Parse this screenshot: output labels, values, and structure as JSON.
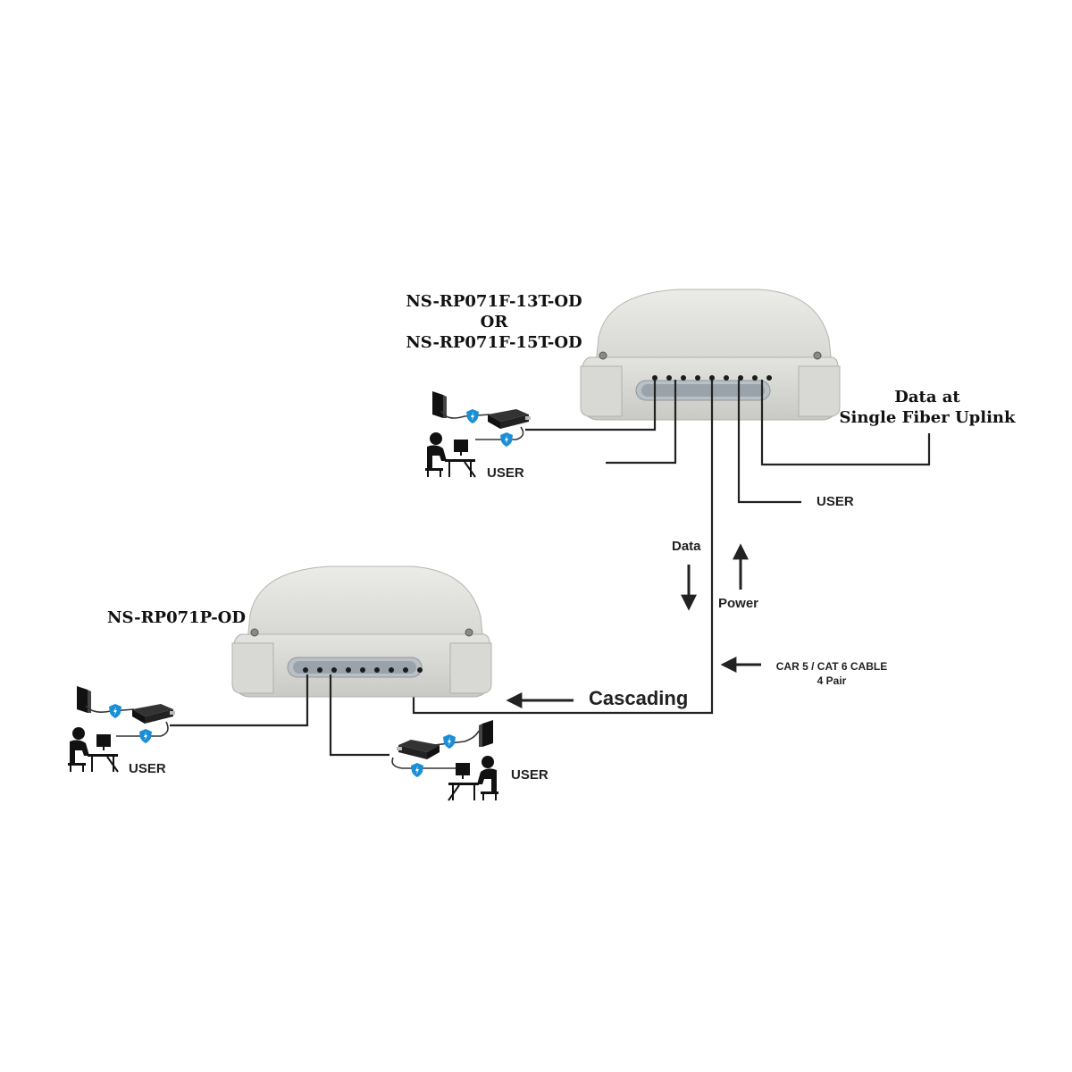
{
  "labels": {
    "main_model_1": "NS-RP071F-13T-OD",
    "main_model_or": "OR",
    "main_model_2": "NS-RP071F-15T-OD",
    "uplink_1": "Data at",
    "uplink_2": "Single Fiber Uplink",
    "user_top_left": "USER",
    "user_top_right": "USER",
    "data_arrow": "Data",
    "power_arrow": "Power",
    "cable_1": "CAR 5 / CAT 6 CABLE",
    "cable_2": "4 Pair",
    "cascading": "Cascading",
    "repeater_model": "NS-RP071P-OD",
    "user_bottom_left": "USER",
    "user_bottom_mid": "USER"
  },
  "icons": {
    "device": "poe-switch-device",
    "injector": "poe-injector-icon",
    "user": "user-at-computer-icon",
    "outlet": "wall-outlet-icon",
    "shield": "surge-shield-icon"
  },
  "colors": {
    "shield": "#1a8fd6",
    "device_body": "#dededb",
    "port_strip": "#b9c0c6",
    "line": "#222222"
  }
}
